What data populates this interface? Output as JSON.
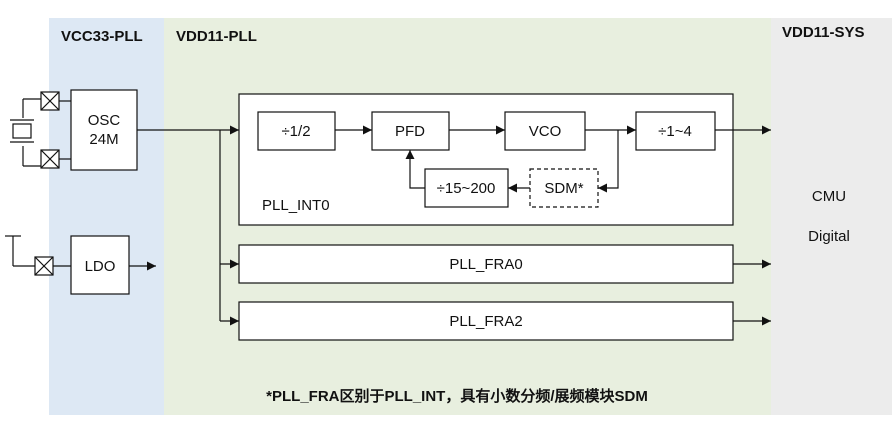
{
  "domains": {
    "vcc33": {
      "label": "VCC33-PLL",
      "fill": "#dde8f4"
    },
    "vdd11pll": {
      "label": "VDD11-PLL",
      "fill": "#e8efdf"
    },
    "vdd11sys": {
      "label": "VDD11-SYS",
      "fill": "#ececec"
    }
  },
  "blocks": {
    "osc": {
      "line1": "OSC",
      "line2": "24M"
    },
    "ldo": "LDO",
    "div_half": "÷1/2",
    "pfd": "PFD",
    "vco": "VCO",
    "div_out": "÷1~4",
    "div_fb": "÷15~200",
    "sdm": "SDM*",
    "pll_int": "PLL_INT0",
    "pll_fra0": "PLL_FRA0",
    "pll_fra2": "PLL_FRA2"
  },
  "cmu": {
    "line1": "CMU",
    "line2": "Digital"
  },
  "footnote": "*PLL_FRA区别于PLL_INT，具有小数分频/展频模块SDM",
  "colors": {
    "stroke": "#111111",
    "box_fill": "#ffffff"
  }
}
